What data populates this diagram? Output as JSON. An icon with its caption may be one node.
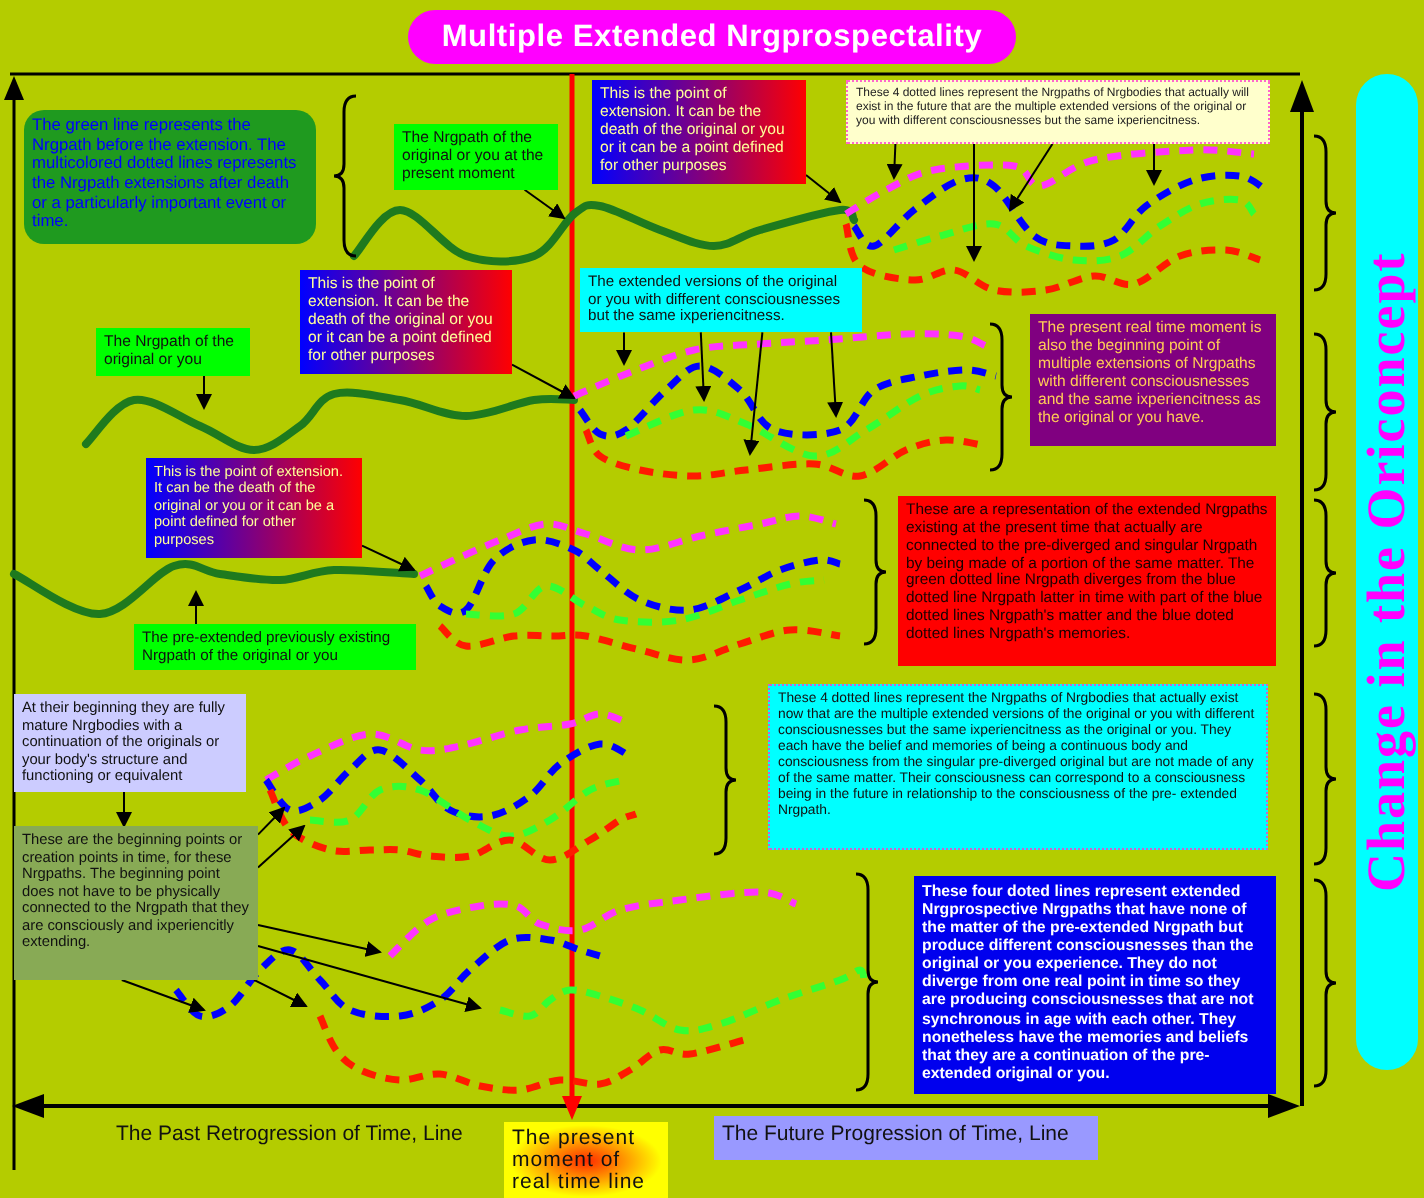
{
  "diagram": {
    "title": "Multiple Extended Nrgprospectality",
    "nodes": [
      {
        "text": [
          "The green line represents the Nrgpath before the extension. The multicolored dotted lines represents the Nrgpath extensions after death or a particularly important event or time."
        ]
      },
      {
        "text": [
          "The Nrgpath of the original or you at the present moment"
        ]
      },
      {
        "text": [
          "This is the point of extension. It can be the death of the original or you or it can be a point defined for other purposes"
        ]
      },
      {
        "text": [
          "These 4 dotted lines represent the Nrgpaths of Nrgbodies that actually will exist in the future that are the multiple extended versions of the original or you with different consciousnesses but the same ixperiencitness."
        ]
      },
      {
        "text": [
          "This is the point of extension. It can be the death of the original or you or it can be a point defined for other purposes"
        ]
      },
      {
        "text": [
          "The extended versions of the original or you with different consciousnesses but the same ixperiencitness."
        ]
      },
      {
        "text": [
          "The Nrgpath of the original or you"
        ]
      },
      {
        "text": [
          "The present real time moment is also the beginning point of multiple extensions of Nrgpaths with different consciousnesses and the same ixperiencitness as the original or you have."
        ]
      },
      {
        "text": [
          "This is the point of extension. It can be the death of the original or you or it can be a point defined for other purposes"
        ]
      },
      {
        "text": [
          "These are a representation of the extended Nrgpaths existing at the present time that actually are connected to the pre-diverged and singular Nrgpath by being made of a portion of the same matter. The green dotted line Nrgpath diverges from the blue dotted line Nrgpath latter in time with part of the blue dotted lines Nrgpath's matter and the blue doted dotted lines Nrgpath's memories."
        ]
      },
      {
        "text": [
          "The pre-extended previously existing Nrgpath of the original or you"
        ]
      },
      {
        "text": [
          "At their beginning they are fully mature Nrgbodies with a continuation of the originals or your body's structure and functioning or equivalent"
        ]
      },
      {
        "text": [
          "These 4 dotted lines represent the Nrgpaths of Nrgbodies that actually exist now that are the multiple extended versions of the original or you with different consciousnesses but the same ixperiencitness as the original or you. They each have the belief and memories of being a continuous body and consciousness from the singular pre-diverged original but are not made of any of the same matter. Their consciousness can correspond to a consciousness being in the future in relationship to the consciousness of the pre- extended Nrgpath."
        ]
      },
      {
        "text": [
          "These are the beginning points or creation points in time, for these Nrgpaths. The beginning point does not have to be physically connected to the Nrgpath that they are consciously and ixperiencitly extending."
        ]
      },
      {
        "text": [
          "These four doted lines represent extended Nrgprospective Nrgpaths that have none of the matter of the pre-extended Nrgpath but produce different consciousnesses than the original or you experience. They do not diverge from one real point in time so they are producing consciousnesses that are not synchronous in age with each other. They nonetheless have the memories and beliefs that they are a continuation of the pre-extended original or you."
        ]
      },
      {
        "text": [
          "The present moment of real time line"
        ]
      },
      {
        "text": [
          "The Future Progression of Time, Line"
        ]
      },
      {
        "text": [
          "Change in the Oriconcept"
        ]
      }
    ],
    "edges": [
      {
        "from": 1,
        "to": null,
        "arrow": "to"
      },
      {
        "from": 2,
        "to": null,
        "arrow": "to"
      },
      {
        "from": 3,
        "to": null,
        "arrow": "to"
      },
      {
        "from": 3,
        "to": null,
        "arrow": "to"
      },
      {
        "from": 3,
        "to": null,
        "arrow": "to"
      },
      {
        "from": 3,
        "to": null,
        "arrow": "to"
      },
      {
        "from": 4,
        "to": null,
        "arrow": "to"
      },
      {
        "from": 5,
        "to": null,
        "arrow": "to"
      },
      {
        "from": 5,
        "to": null,
        "arrow": "to"
      },
      {
        "from": 5,
        "to": null,
        "arrow": "to"
      },
      {
        "from": 5,
        "to": null,
        "arrow": "to"
      },
      {
        "from": 6,
        "to": null,
        "arrow": "to"
      },
      {
        "from": 8,
        "to": null,
        "arrow": "to"
      },
      {
        "from": 10,
        "to": null,
        "arrow": "to"
      },
      {
        "from": 11,
        "to": 13,
        "arrow": "to"
      },
      {
        "from": 13,
        "to": null,
        "arrow": "to"
      },
      {
        "from": 13,
        "to": null,
        "arrow": "to"
      },
      {
        "from": 13,
        "to": null,
        "arrow": "to"
      },
      {
        "from": 13,
        "to": null,
        "arrow": "to"
      },
      {
        "from": 13,
        "to": null,
        "arrow": "to"
      },
      {
        "from": 13,
        "to": null,
        "arrow": "to"
      }
    ],
    "labels": [
      "The Past Retrogression of Time, Line"
    ]
  }
}
